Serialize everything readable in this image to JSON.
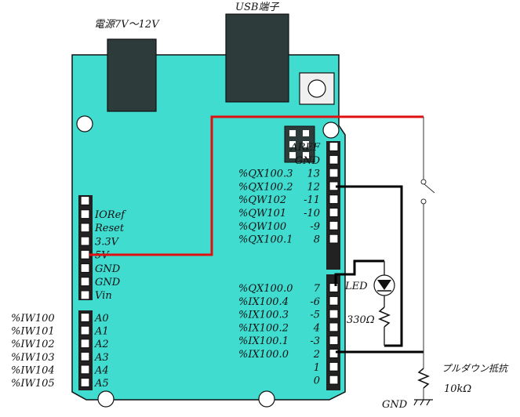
{
  "board": {
    "power_jack_label": "電源7V～12V",
    "usb_label": "USB端子",
    "board_color": "#40dcd0",
    "connector_color": "#2d3b3b"
  },
  "right_header": {
    "upper_pins": [
      {
        "pin": "AREF",
        "addr": ""
      },
      {
        "pin": "GND",
        "addr": ""
      },
      {
        "pin": "13",
        "addr": "%QX100.3"
      },
      {
        "pin": "12",
        "addr": "%QX100.2"
      },
      {
        "pin": "-11",
        "addr": "%QW102"
      },
      {
        "pin": "-10",
        "addr": "%QW101"
      },
      {
        "pin": "-9",
        "addr": "%QW100"
      },
      {
        "pin": "8",
        "addr": "%QX100.1"
      }
    ],
    "lower_pins": [
      {
        "pin": "7",
        "addr": "%QX100.0"
      },
      {
        "pin": "-6",
        "addr": "%IX100.4"
      },
      {
        "pin": "-5",
        "addr": "%IX100.3"
      },
      {
        "pin": "4",
        "addr": "%IX100.2"
      },
      {
        "pin": "-3",
        "addr": "%IX100.1"
      },
      {
        "pin": "2",
        "addr": "%IX100.0"
      },
      {
        "pin": "1",
        "addr": ""
      },
      {
        "pin": "0",
        "addr": ""
      }
    ]
  },
  "left_header": {
    "power_pins": [
      "IORef",
      "Reset",
      "3.3V",
      "5V",
      "GND",
      "GND",
      "Vin"
    ],
    "analog_pins": [
      {
        "pin": "A0",
        "addr": "%IW100"
      },
      {
        "pin": "A1",
        "addr": "%IW101"
      },
      {
        "pin": "A2",
        "addr": "%IW102"
      },
      {
        "pin": "A3",
        "addr": "%IW103"
      },
      {
        "pin": "A4",
        "addr": "%IW104"
      },
      {
        "pin": "A5",
        "addr": "%IW105"
      }
    ]
  },
  "components": {
    "led_label": "LED",
    "led_resistor_label": "330Ω",
    "pulldown_label": "プルダウン抵抗",
    "pulldown_value": "10kΩ",
    "ground_label": "GND"
  },
  "colors": {
    "wire_5v": "#e01010",
    "wire_signal": "#000000",
    "wire_thin": "#333333"
  }
}
